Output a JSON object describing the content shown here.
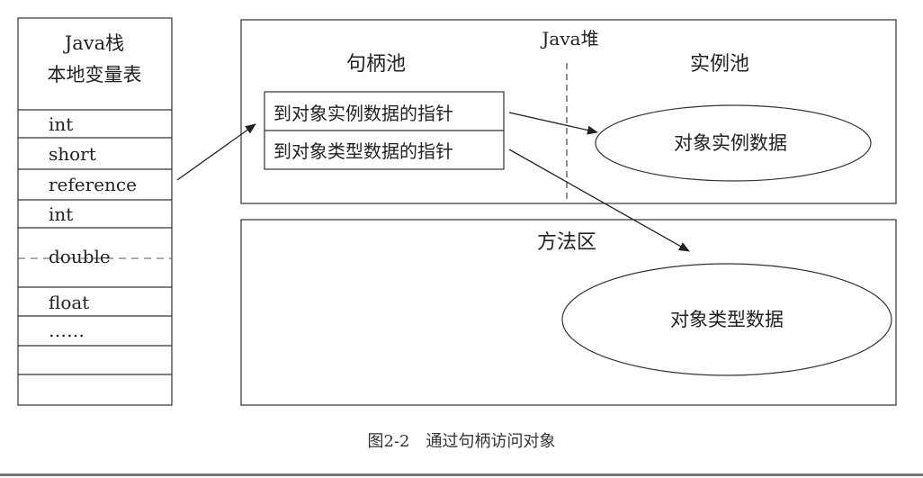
{
  "stack": {
    "title_line1": "Java栈",
    "title_line2": "本地变量表",
    "rows": [
      "int",
      "short",
      "reference",
      "int",
      "double",
      "float",
      "……",
      "",
      ""
    ]
  },
  "heap": {
    "title": "Java堆",
    "handle_pool": {
      "title": "句柄池",
      "ptr_instance": "到对象实例数据的指针",
      "ptr_type": "到对象类型数据的指针"
    },
    "instance_pool": {
      "title": "实例池",
      "ellipse_label": "对象实例数据"
    }
  },
  "method_area": {
    "title": "方法区",
    "ellipse_label": "对象类型数据"
  },
  "caption": "图2-2　通过句柄访问对象"
}
